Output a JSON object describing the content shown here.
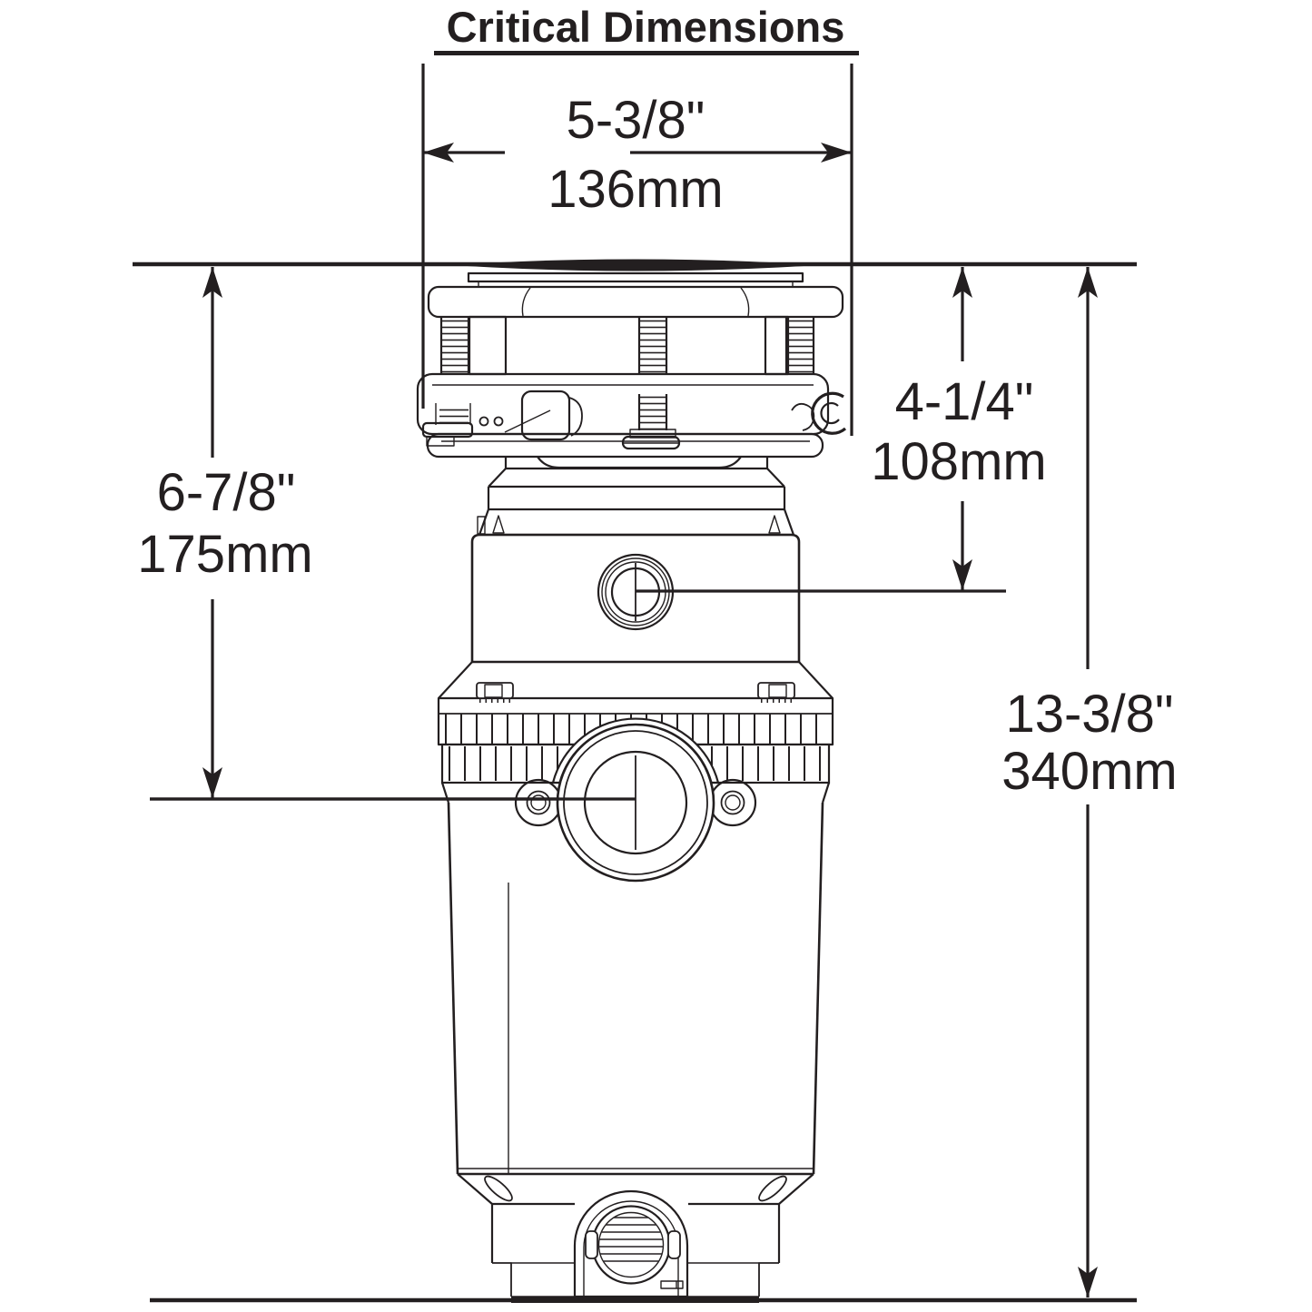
{
  "title": "Critical Dimensions",
  "colors": {
    "line": "#231f20",
    "background": "#ffffff"
  },
  "dimensions": {
    "flange_width": {
      "inches": "5-3/8\"",
      "millimeters": "136mm"
    },
    "sink_to_outlet_height": {
      "inches": "6-7/8\"",
      "millimeters": "175mm"
    },
    "sink_to_dishwasher_inlet": {
      "inches": "4-1/4\"",
      "millimeters": "108mm"
    },
    "overall_height": {
      "inches": "13-3/8\"",
      "millimeters": "340mm"
    }
  }
}
